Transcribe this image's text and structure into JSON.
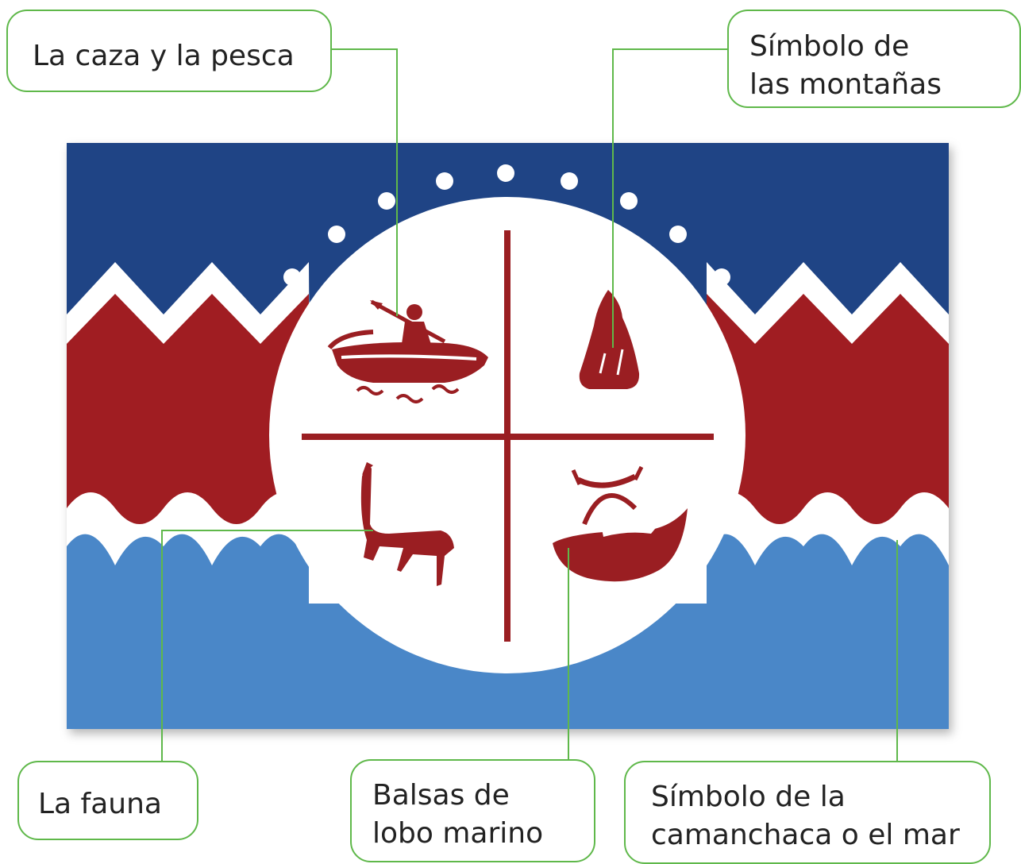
{
  "flag": {
    "colors": {
      "top_blue": "#1f4485",
      "band_red": "#a01d22",
      "sea_blue": "#4a87c8",
      "white": "#ffffff",
      "symbol_red": "#9a1e22",
      "callout_border": "#5fb84a"
    },
    "icons": [
      "kayak-hunter-icon",
      "mountain-icon",
      "llama-icon",
      "sea-lion-raft-icon"
    ]
  },
  "callouts": {
    "hunting_fishing": {
      "lines": [
        "La caza y la pesca"
      ]
    },
    "mountains": {
      "lines": [
        "Símbolo de",
        "las montañas"
      ]
    },
    "fauna": {
      "lines": [
        "La fauna"
      ]
    },
    "rafts": {
      "lines": [
        "Balsas de",
        "lobo marino"
      ]
    },
    "sea": {
      "lines": [
        "Símbolo de la",
        "camanchaca o el mar"
      ]
    }
  }
}
